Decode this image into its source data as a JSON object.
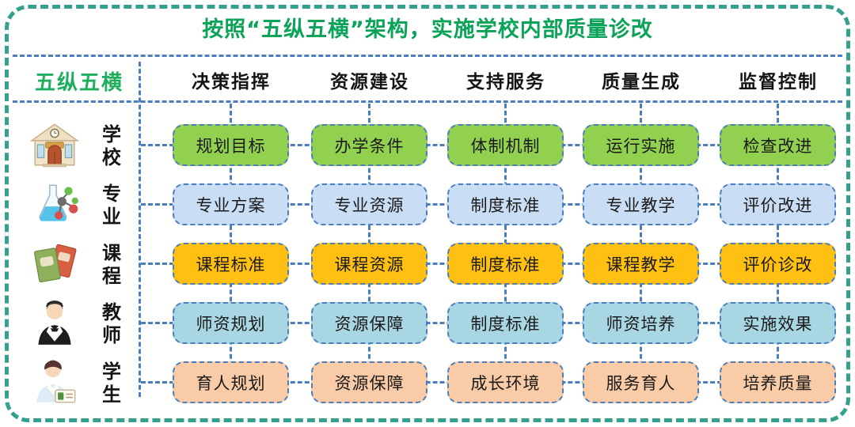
{
  "title": "按照“五纵五横”架构，实施学校内部质量诊改",
  "corner_label": "五纵五横",
  "columns": [
    "决策指挥",
    "资源建设",
    "支持服务",
    "质量生成",
    "监督控制"
  ],
  "rows": [
    {
      "label": "学校",
      "icon": "school-icon",
      "color": "#92d050",
      "cells": [
        "规划目标",
        "办学条件",
        "体制机制",
        "运行实施",
        "检查改进"
      ]
    },
    {
      "label": "专业",
      "icon": "flask-icon",
      "color": "#c9ddf5",
      "cells": [
        "专业方案",
        "专业资源",
        "制度标准",
        "专业教学",
        "评价改进"
      ]
    },
    {
      "label": "课程",
      "icon": "books-icon",
      "color": "#ffc012",
      "cells": [
        "课程标准",
        "课程资源",
        "制度标准",
        "课程教学",
        "评价诊改"
      ]
    },
    {
      "label": "教师",
      "icon": "teacher-icon",
      "color": "#a9d6e3",
      "cells": [
        "师资规划",
        "资源保障",
        "制度标准",
        "师资培养",
        "实施效果"
      ]
    },
    {
      "label": "学生",
      "icon": "student-icon",
      "color": "#f9cba6",
      "cells": [
        "育人规划",
        "资源保障",
        "成长环境",
        "服务育人",
        "培养质量"
      ]
    }
  ],
  "colors": {
    "title_green": "#0aa357",
    "corner_green": "#1fae5e",
    "frame_teal": "#35a08d",
    "line_blue": "#4a7ebd",
    "row_school": "#92d050",
    "row_major": "#c9ddf5",
    "row_course": "#ffc012",
    "row_teacher": "#a9d6e3",
    "row_student": "#f9cba6"
  }
}
